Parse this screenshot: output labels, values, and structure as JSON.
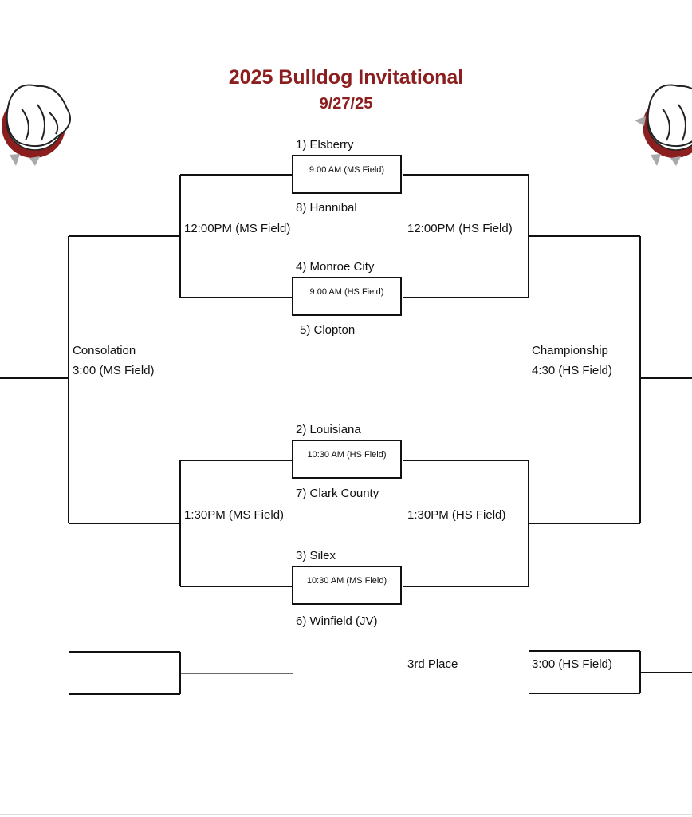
{
  "header": {
    "title": "2025 Bulldog Invitational",
    "date": "9/27/25"
  },
  "logo": {
    "name": "bulldog-mascot-logo",
    "accent": "#8b1e1e"
  },
  "first_round": [
    {
      "top_team": "1) Elsberry",
      "bottom_team": "8) Hannibal",
      "time": "9:00  AM (MS Field)"
    },
    {
      "top_team": "4) Monroe City",
      "bottom_team": "5) Clopton",
      "time": "9:00 AM (HS Field)"
    },
    {
      "top_team": "2) Louisiana",
      "bottom_team": "7) Clark County",
      "time": "10:30 AM (HS Field)"
    },
    {
      "top_team": "3) Silex",
      "bottom_team": "6) Winfield (JV)",
      "time": "10:30 AM (MS Field)"
    }
  ],
  "second_round": {
    "top_consolation_time": "12:00PM (MS Field)",
    "top_winners_time": "12:00PM (HS Field)",
    "bottom_consolation_time": "1:30PM (MS Field)",
    "bottom_winners_time": "1:30PM (HS Field)"
  },
  "finals": {
    "consolation_label": "Consolation",
    "consolation_time": "3:00 (MS Field)",
    "championship_label": "Championship",
    "championship_time": "4:30 (HS Field)",
    "third_place_label": "3rd Place",
    "third_place_time": "3:00 (HS Field)"
  }
}
